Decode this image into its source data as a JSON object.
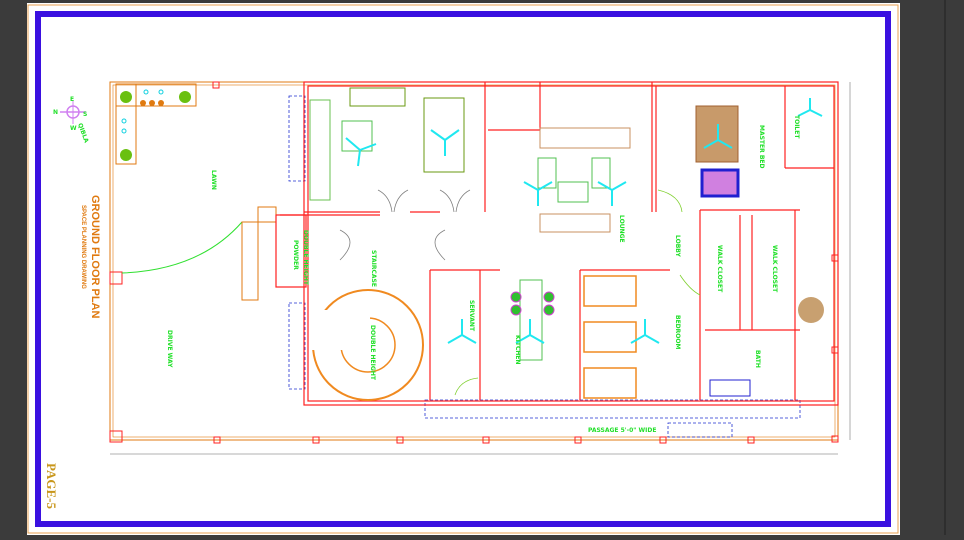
{
  "drawing": {
    "title": "GROUND FLOOR PLAN",
    "subtitle": "SPACE PLANNING DRAWING",
    "page_label": "PAGE-5",
    "compass": {
      "n": "N",
      "s": "S",
      "e": "E",
      "w": "W",
      "label": "QIBLA"
    },
    "areas": {
      "lawn": "LAWN",
      "drive_way": "DRIVE WAY",
      "passage": "PASSAGE 5'-0\" WIDE",
      "powder": "POWDER",
      "double_height_1": "DOUBLE HEIGHT",
      "double_height_2": "DOUBLE HEIGHT",
      "staircase": "STAIRCASE",
      "kitchen": "KITCHEN",
      "servant": "SERVANT",
      "lounge": "LOUNGE",
      "lobby": "LOBBY",
      "bedroom": "BEDROOM",
      "master_bed": "MASTER BED",
      "walk_closet_1": "WALK CLOSET",
      "walk_closet_2": "WALK CLOSET",
      "bath": "BATH",
      "toilet": "TOILET"
    }
  },
  "colors": {
    "frame": "#3a10e0",
    "wall": "#ff2020",
    "boundary": "#e07a10",
    "label": "#22e02a",
    "fan": "#20e8f0",
    "dashed": "#2030d0"
  }
}
